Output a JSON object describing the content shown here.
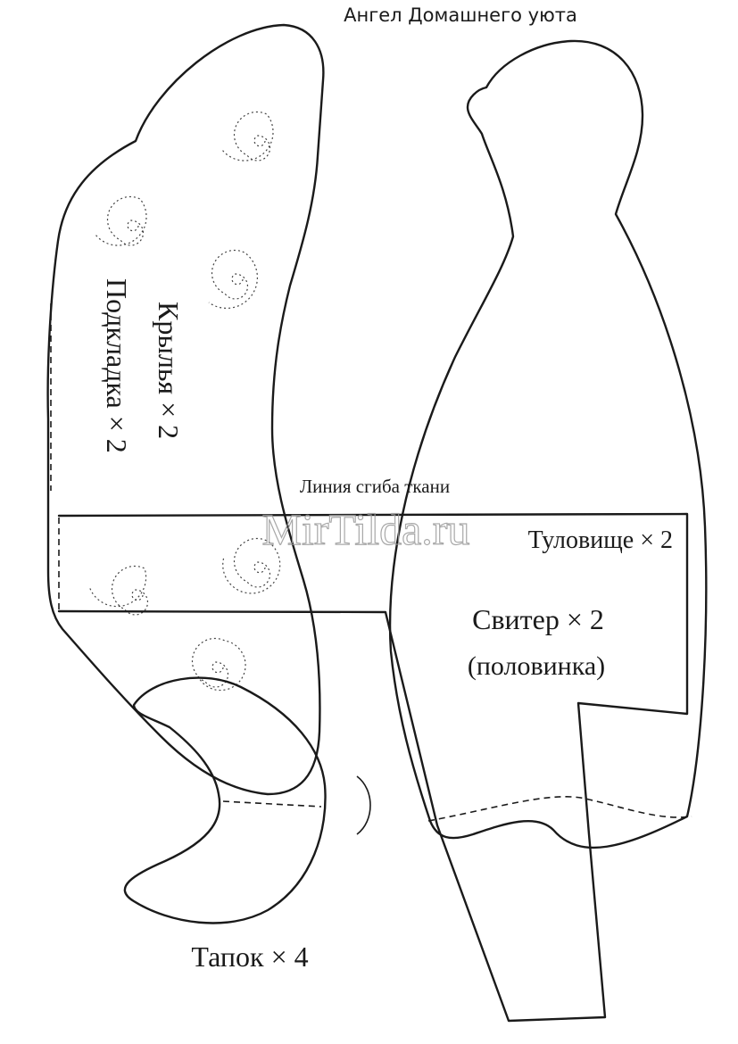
{
  "title": "Ангел Домашнего уюта",
  "labels": {
    "wings": "Крылья × 2",
    "lining": "Подкладка × 2",
    "fold_line": "Линия сгиба ткани",
    "watermark": "MirTilda.ru",
    "body": "Туловище × 2",
    "sweater": "Свитер × 2",
    "sweater_half": "(половинка)",
    "slipper": "Тапок × 4"
  }
}
